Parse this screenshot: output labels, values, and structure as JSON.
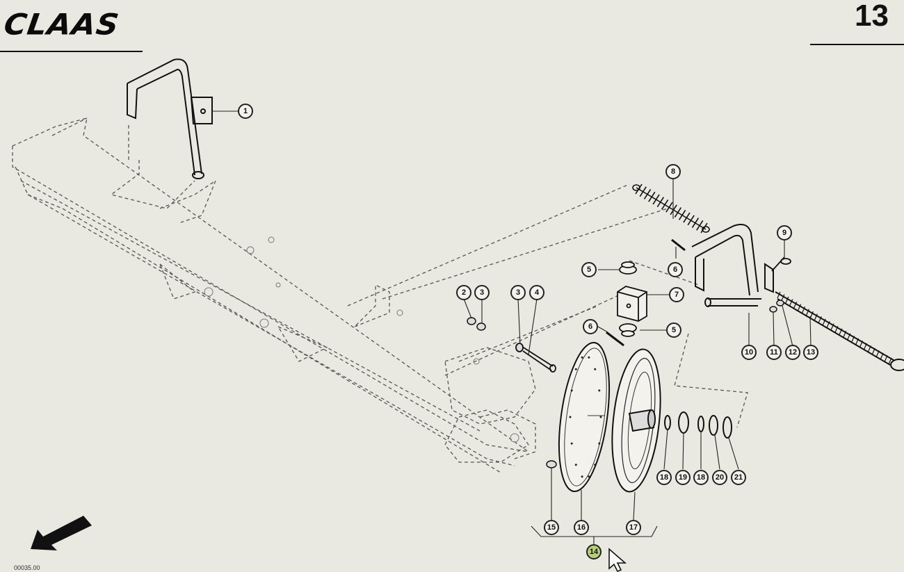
{
  "header": {
    "brand": "CLAAS",
    "page_number": "13"
  },
  "callouts": {
    "c1": "1",
    "c2": "2",
    "c3a": "3",
    "c3b": "3",
    "c4": "4",
    "c5a": "5",
    "c5b": "5",
    "c6a": "6",
    "c6b": "6",
    "c7": "7",
    "c8": "8",
    "c9": "9",
    "c10": "10",
    "c11": "11",
    "c12": "12",
    "c13": "13",
    "c14": "14",
    "c15": "15",
    "c16": "16",
    "c17": "17",
    "c18a": "18",
    "c19": "19",
    "c18b": "18",
    "c20": "20",
    "c21": "21"
  },
  "footer": {
    "code": "00035.00"
  },
  "colors": {
    "paper": "#e9e8e1",
    "ink": "#111111",
    "highlight": "#b7cf7a"
  },
  "icons": {
    "direction": "arrow-down-left-icon",
    "pointer": "mouse-cursor-icon"
  }
}
